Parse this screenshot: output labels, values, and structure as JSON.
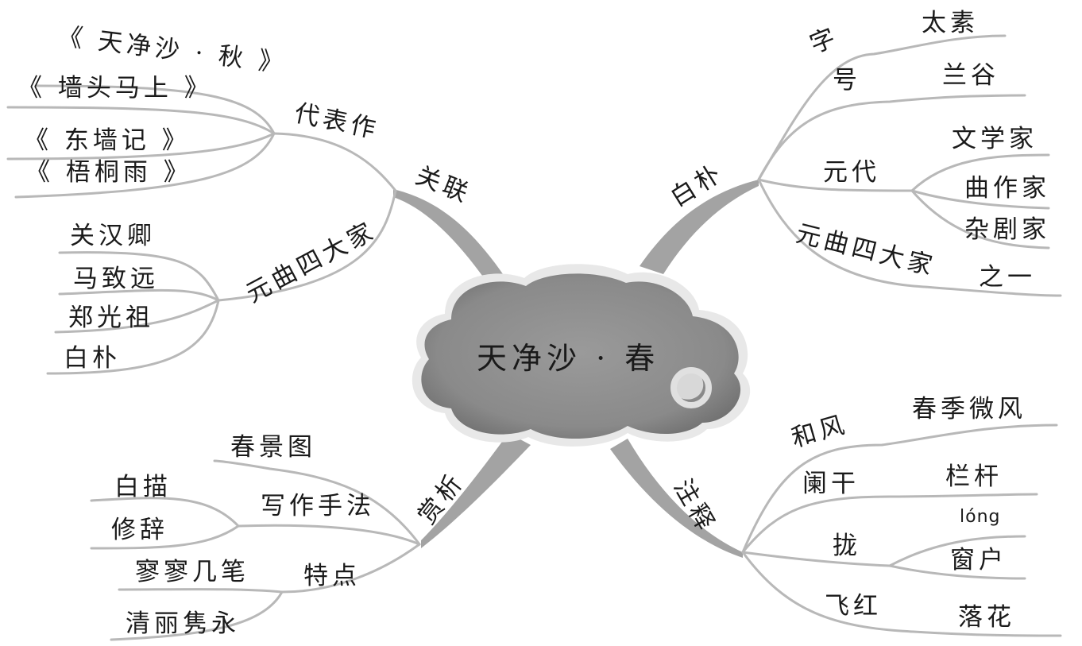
{
  "center": "天净沙 · 春",
  "branches": {
    "guanlian": {
      "label": "关联",
      "daibiaozuo": {
        "label": "代表作",
        "works": [
          "《 天净沙 · 秋 》",
          "《 墙头马上 》",
          "《 东墙记 》",
          "《 梧桐雨 》"
        ]
      },
      "sidajia": {
        "label": "元曲四大家",
        "members": [
          "关汉卿",
          "马致远",
          "郑光祖",
          "白朴"
        ]
      }
    },
    "baipu": {
      "label": "白朴",
      "zi": {
        "label": "字",
        "value": "太素"
      },
      "hao": {
        "label": "号",
        "value": "兰谷"
      },
      "yuandai": {
        "label": "元代",
        "roles": [
          "文学家",
          "曲作家",
          "杂剧家"
        ]
      },
      "sidajia": {
        "label": "元曲四大家",
        "value": "之一"
      }
    },
    "shangxi": {
      "label": "赏析",
      "chunjingtu": "春景图",
      "xiezuo": {
        "label": "写作手法",
        "items": [
          "白描",
          "修辞"
        ]
      },
      "tedian": {
        "label": "特点",
        "items": [
          "寥寥几笔",
          "清丽隽永"
        ]
      }
    },
    "zhushi": {
      "label": "注释",
      "items": [
        {
          "term": "和风",
          "meaning": "春季微风"
        },
        {
          "term": "阑干",
          "meaning": "栏杆"
        },
        {
          "term": "拢",
          "pinyin": "lóng",
          "meaning": "窗户"
        },
        {
          "term": "飞红",
          "meaning": "落花"
        }
      ]
    }
  },
  "colors": {
    "trunk": "#a0a0a0",
    "branch_light": "#bdbdbd",
    "branch_dark": "#888888",
    "cloud": "#8c8c8c",
    "text": "#1a1a1a"
  }
}
